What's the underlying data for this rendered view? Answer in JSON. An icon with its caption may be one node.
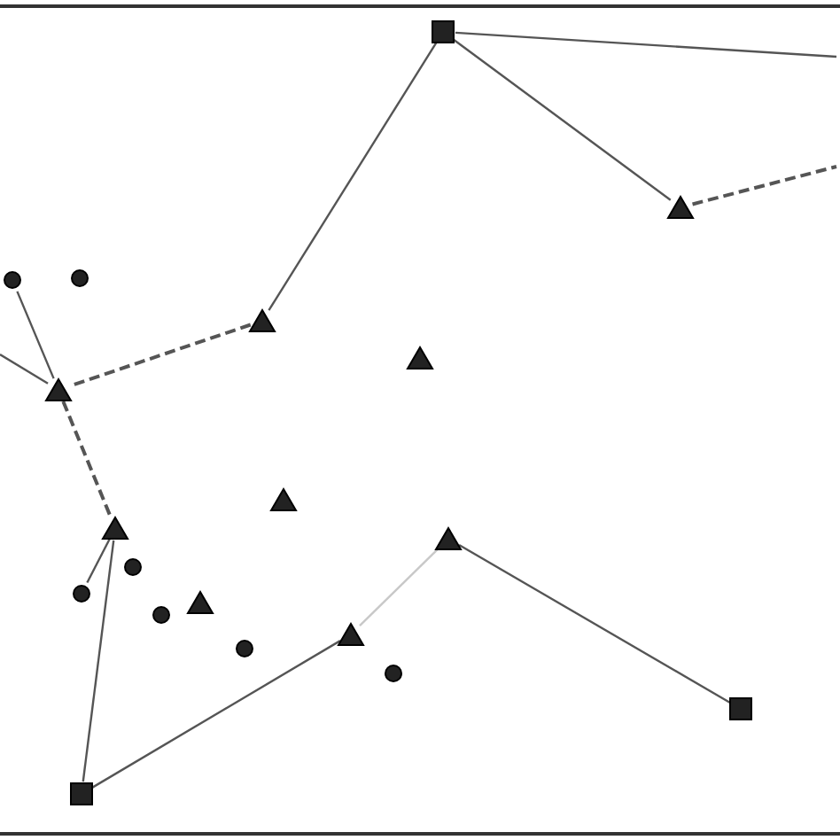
{
  "diagram": {
    "nodes": [
      {
        "text": [],
        "shape": "box"
      },
      {
        "text": [],
        "shape": "triangle"
      },
      {
        "text": [],
        "shape": "circle"
      },
      {
        "text": [],
        "shape": "circle"
      },
      {
        "text": [],
        "shape": "triangle"
      },
      {
        "text": [],
        "shape": "triangle"
      },
      {
        "text": [],
        "shape": "triangle"
      },
      {
        "text": [],
        "shape": "triangle"
      },
      {
        "text": [],
        "shape": "triangle"
      },
      {
        "text": [],
        "shape": "triangle"
      },
      {
        "text": [],
        "shape": "circle"
      },
      {
        "text": [],
        "shape": "circle"
      },
      {
        "text": [],
        "shape": "triangle"
      },
      {
        "text": [],
        "shape": "circle"
      },
      {
        "text": [],
        "shape": "triangle"
      },
      {
        "text": [],
        "shape": "circle"
      },
      {
        "text": [],
        "shape": "circle"
      },
      {
        "text": [],
        "shape": "box"
      },
      {
        "text": [],
        "shape": "box"
      }
    ],
    "edges": [
      {
        "from": 0,
        "to": null,
        "arrow": "none"
      },
      {
        "from": 0,
        "to": 1,
        "arrow": "none"
      },
      {
        "from": 1,
        "to": null,
        "arrow": "none",
        "style": "dashed"
      },
      {
        "from": 0,
        "to": 4,
        "arrow": "none"
      },
      {
        "from": 4,
        "to": 6,
        "arrow": "none",
        "style": "dashed"
      },
      {
        "from": 3,
        "to": 6,
        "arrow": "none"
      },
      {
        "from": 6,
        "to": null,
        "arrow": "none"
      },
      {
        "from": 6,
        "to": 8,
        "arrow": "none",
        "style": "dashed"
      },
      {
        "from": 8,
        "to": 11,
        "arrow": "none"
      },
      {
        "from": 8,
        "to": 18,
        "arrow": "none"
      },
      {
        "from": 18,
        "to": 14,
        "arrow": "none"
      },
      {
        "from": 14,
        "to": 9,
        "arrow": "none",
        "color": "#c8c8c8"
      },
      {
        "from": 9,
        "to": 17,
        "arrow": "none"
      }
    ]
  }
}
